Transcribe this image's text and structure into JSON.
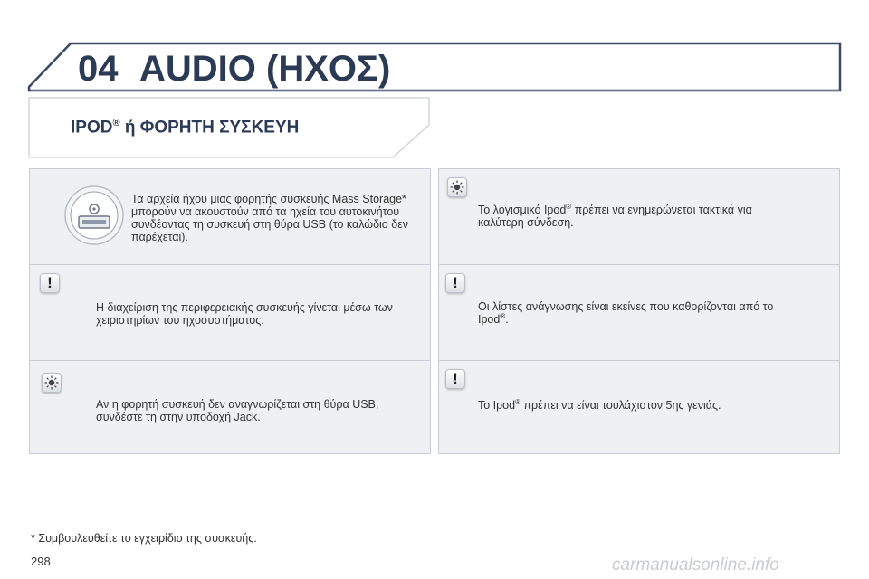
{
  "header": {
    "chapter_number": "04",
    "chapter_title": "AUDIO (ΗΧΟΣ)"
  },
  "section": {
    "title": "IPOD",
    "title_sup": "®",
    "title_rest": " ή ΦΟΡΗΤΗ ΣΥΣΚΕΥΗ"
  },
  "left": {
    "usb_note": {
      "icon": "usb-port-icon",
      "lines": [
        "Τα αρχεία ήχου μιας φορητής συσκευής Mass Storage*",
        "μπορούν να ακουστούν από τα ηχεία του αυτοκινήτου",
        "συνδέοντας τη συσκευή στη θύρα USB (το καλώδιο δεν",
        "παρέχεται)."
      ]
    },
    "warning_note": {
      "icon": "exclamation-icon",
      "lines": [
        "Η διαχείριση της περιφερειακής συσκευής γίνεται μέσω των",
        "χειριστηρίων του ηχοσυστήματος."
      ]
    },
    "tip_note": {
      "icon": "lightbulb-icon",
      "lines": [
        "Αν η φορητή συσκευή δεν αναγνωρίζεται στη θύρα USB,",
        "συνδέστε τη στην υποδοχή Jack."
      ]
    }
  },
  "right": {
    "tip_note": {
      "icon": "lightbulb-icon",
      "line1_a": "Το λογισμικό Ipod",
      "line1_sup": "®",
      "line1_b": " πρέπει να ενημερώνεται τακτικά για",
      "line2": "καλύτερη σύνδεση."
    },
    "warning_note_1": {
      "icon": "exclamation-icon",
      "line1": "Οι λίστες ανάγνωσης είναι εκείνες που καθορίζονται από το",
      "line2_a": "Ipod",
      "line2_sup": "®",
      "line2_b": "."
    },
    "warning_note_2": {
      "icon": "exclamation-icon",
      "line1_a": "Το Ipod",
      "line1_sup": "®",
      "line1_b": " πρέπει να είναι τουλάχιστον 5ης γενιάς."
    }
  },
  "footnote": "* Συμβουλευθείτε το εγχειρίδιο της συσκευής.",
  "page_number": "298",
  "watermark": "carmanualsonline.info",
  "colors": {
    "title": "#2b3a55",
    "panel": "#eef0f3",
    "border": "#c9ced6"
  }
}
